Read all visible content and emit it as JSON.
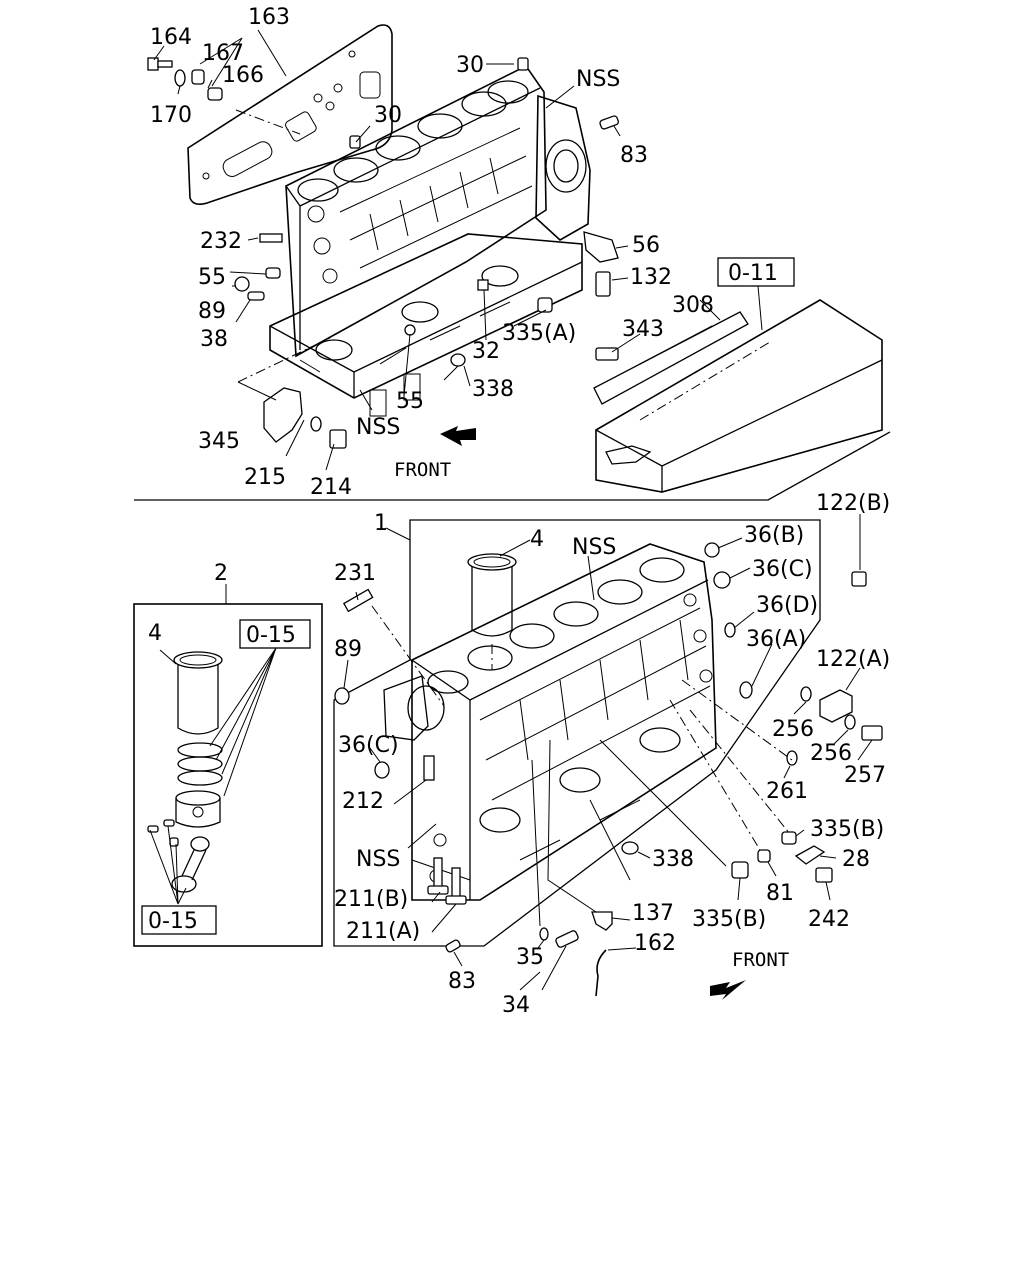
{
  "top_section": {
    "callouts": {
      "c164": "164",
      "c163": "163",
      "c167": "167",
      "c166": "166",
      "c170": "170",
      "c30a": "30",
      "c30b": "30",
      "nss1": "NSS",
      "c83": "83",
      "c232": "232",
      "c55a": "55",
      "c89": "89",
      "c38": "38",
      "c56": "56",
      "c132": "132",
      "c308": "308",
      "c343": "343",
      "c335a": "335(A)",
      "c32": "32",
      "c338": "338",
      "c55b": "55",
      "nss2": "NSS",
      "c345": "345",
      "c215": "215",
      "c214": "214"
    },
    "ref_box": "0-11",
    "front_label": "FRONT"
  },
  "bottom_section": {
    "callouts": {
      "c1": "1",
      "c4a": "4",
      "nss3": "NSS",
      "c36b": "36(B)",
      "c36c1": "36(C)",
      "c36d": "36(D)",
      "c36a": "36(A)",
      "c122b": "122(B)",
      "c122a": "122(A)",
      "c231": "231",
      "c89": "89",
      "c36c2": "36(C)",
      "c212": "212",
      "nss4": "NSS",
      "c211b": "211(B)",
      "c211a": "211(A)",
      "c83": "83",
      "c35": "35",
      "c34": "34",
      "c137": "137",
      "c162": "162",
      "c338": "338",
      "c335b1": "335(B)",
      "c335b2": "335(B)",
      "c81": "81",
      "c28": "28",
      "c242": "242",
      "c256a": "256",
      "c256b": "256",
      "c257": "257",
      "c261": "261"
    },
    "kit": {
      "number": "2",
      "liner": "4",
      "ref_box_top": "0-15",
      "ref_box_bottom": "0-15"
    },
    "front_label": "FRONT"
  }
}
